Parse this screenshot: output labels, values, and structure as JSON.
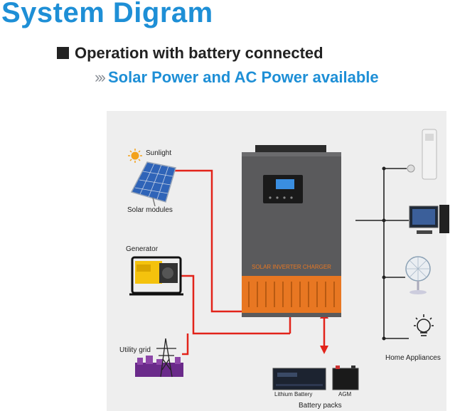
{
  "header": {
    "title": "System Digram",
    "subtitle": "Operation with battery connected",
    "mode": "Solar Power and AC Power available"
  },
  "inputs": {
    "sunlight": "Sunlight",
    "solar_modules": "Solar modules",
    "generator": "Generator",
    "utility_grid": "Utility grid"
  },
  "inverter": {
    "label": "SOLAR INVERTER CHARGER"
  },
  "outputs": {
    "home_appliances": "Home Appliances"
  },
  "battery": {
    "lithium": "Lithium Battery",
    "agm": "AGM",
    "packs": "Battery packs"
  },
  "colors": {
    "accent": "#1e8fd6",
    "wire": "#e2231a",
    "casing": "#5a5a5c",
    "orange": "#e87722"
  }
}
